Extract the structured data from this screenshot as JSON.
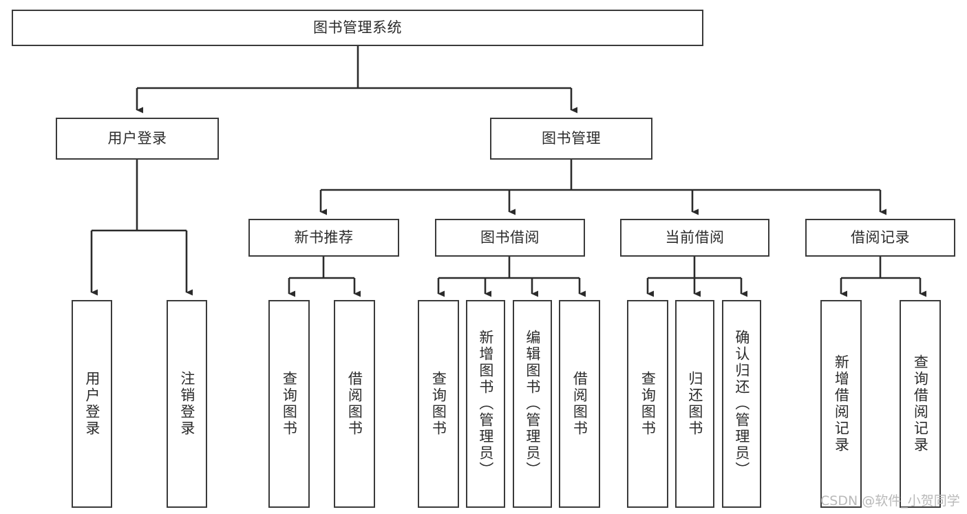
{
  "diagram": {
    "type": "hierarchy-tree",
    "title": "图书管理系统",
    "watermark": "CSDN @软件_小贺同学",
    "colors": {
      "box_border": "#3a3a3a",
      "box_fill": "#ffffff",
      "connector": "#2b2b2b",
      "text": "#2b2b2b",
      "watermark": "#b9b9b9",
      "background": "#ffffff"
    },
    "root": {
      "id": "root",
      "label": "图书管理系统",
      "orientation": "horizontal"
    },
    "level2": [
      {
        "id": "user-login",
        "label": "用户登录",
        "orientation": "horizontal"
      },
      {
        "id": "book-management",
        "label": "图书管理",
        "orientation": "horizontal"
      }
    ],
    "level3": [
      {
        "id": "new-book-recommend",
        "label": "新书推荐",
        "orientation": "horizontal",
        "parent": "book-management"
      },
      {
        "id": "book-borrow",
        "label": "图书借阅",
        "orientation": "horizontal",
        "parent": "book-management"
      },
      {
        "id": "current-borrow",
        "label": "当前借阅",
        "orientation": "horizontal",
        "parent": "book-management"
      },
      {
        "id": "borrow-record",
        "label": "借阅记录",
        "orientation": "horizontal",
        "parent": "book-management"
      }
    ],
    "leaves": [
      {
        "id": "leaf-user-login",
        "label": "用户登录",
        "orientation": "vertical",
        "parent": "user-login"
      },
      {
        "id": "leaf-user-logout",
        "label": "注销登录",
        "orientation": "vertical",
        "parent": "user-login"
      },
      {
        "id": "leaf-query-book-1",
        "label": "查询图书",
        "orientation": "vertical",
        "parent": "new-book-recommend"
      },
      {
        "id": "leaf-borrow-book-1",
        "label": "借阅图书",
        "orientation": "vertical",
        "parent": "new-book-recommend"
      },
      {
        "id": "leaf-query-book-2",
        "label": "查询图书",
        "orientation": "vertical",
        "parent": "book-borrow"
      },
      {
        "id": "leaf-add-book",
        "label": "新增图书（管理员）",
        "orientation": "vertical",
        "parent": "book-borrow"
      },
      {
        "id": "leaf-edit-book",
        "label": "编辑图书（管理员）",
        "orientation": "vertical",
        "parent": "book-borrow"
      },
      {
        "id": "leaf-borrow-book-2",
        "label": "借阅图书",
        "orientation": "vertical",
        "parent": "book-borrow"
      },
      {
        "id": "leaf-query-book-3",
        "label": "查询图书",
        "orientation": "vertical",
        "parent": "current-borrow"
      },
      {
        "id": "leaf-return-book",
        "label": "归还图书",
        "orientation": "vertical",
        "parent": "current-borrow"
      },
      {
        "id": "leaf-confirm-return",
        "label": "确认归还（管理员）",
        "orientation": "vertical",
        "parent": "current-borrow"
      },
      {
        "id": "leaf-add-record",
        "label": "新增借阅记录",
        "orientation": "vertical",
        "parent": "borrow-record"
      },
      {
        "id": "leaf-query-record",
        "label": "查询借阅记录",
        "orientation": "vertical",
        "parent": "borrow-record"
      }
    ]
  }
}
